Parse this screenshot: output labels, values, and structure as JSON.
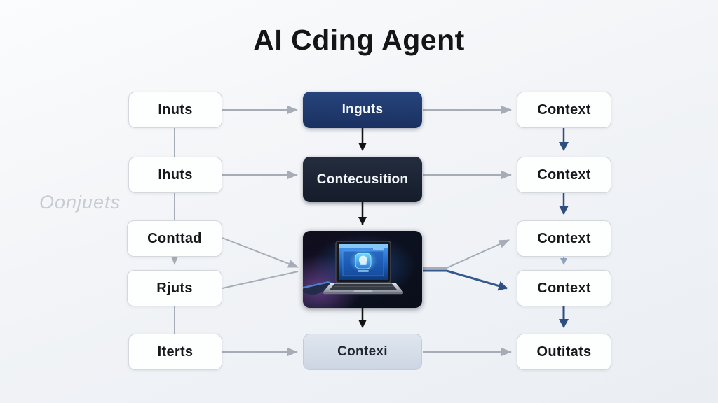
{
  "title": "AI Cding Agent",
  "ghost_label": "Oonjuets",
  "left_column": {
    "items": [
      {
        "label": "Inuts"
      },
      {
        "label": "Ihuts"
      },
      {
        "label": "Conttad"
      },
      {
        "label": "Rjuts"
      },
      {
        "label": "Iterts"
      }
    ]
  },
  "center_column": {
    "input_box": "Inguts",
    "process_box": "Contecusition",
    "output_box": "Contexi",
    "image": "laptop-with-glowing-app-icon"
  },
  "right_column": {
    "items": [
      {
        "label": "Context"
      },
      {
        "label": "Context"
      },
      {
        "label": "Context"
      },
      {
        "label": "Context"
      },
      {
        "label": "Outitats"
      }
    ]
  },
  "colors": {
    "navy_box": "#1f3a68",
    "dark_box": "#1b2433",
    "light_box": "#d7dfe9",
    "arrow_gray": "#a7adb6",
    "arrow_navy": "#2e4d80",
    "arrow_black": "#121212"
  }
}
